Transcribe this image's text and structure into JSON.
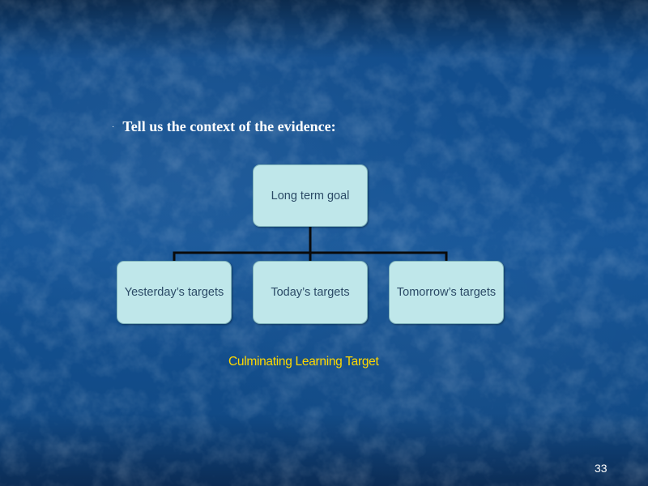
{
  "slide": {
    "bullet_glyph": "·",
    "bullet_text": "Tell us the context of the evidence:",
    "caption": "Culminating Learning Target",
    "page_number": "33",
    "colors": {
      "background": "#155598",
      "box_fill": "#bfe7ea",
      "box_text": "#2b4a66",
      "caption": "#ffd800",
      "connector": "#0a0a0a"
    }
  },
  "diagram": {
    "root": {
      "label": "Long term goal"
    },
    "children": [
      {
        "label": "Yesterday’s targets"
      },
      {
        "label": "Today’s targets"
      },
      {
        "label": "Tomorrow’s targets"
      }
    ]
  }
}
